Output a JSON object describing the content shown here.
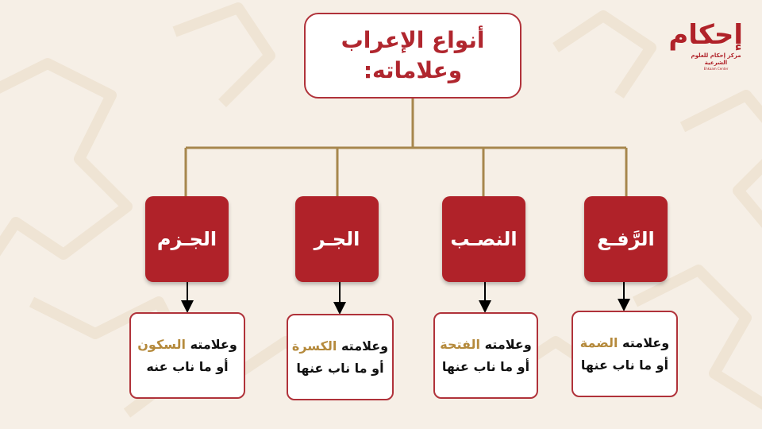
{
  "title": {
    "line1": "أنواع الإعراب",
    "line2": "وعلاماته:"
  },
  "logo": {
    "name": "إحكام",
    "subtitle": "مركز إحكام للعلوم الشرعية",
    "tagline": "Ehkaam Center"
  },
  "categories": [
    {
      "label": "الرَّفـع",
      "sign_prefix": "وعلامته",
      "sign_mark": "الضمة",
      "sign_suffix": "أو ما ناب عنها"
    },
    {
      "label": "النصـب",
      "sign_prefix": "وعلامته",
      "sign_mark": "الفتحة",
      "sign_suffix": "أو ما ناب عنها"
    },
    {
      "label": "الجـر",
      "sign_prefix": "وعلامته",
      "sign_mark": "الكسرة",
      "sign_suffix": "أو ما ناب عنها"
    },
    {
      "label": "الجـزم",
      "sign_prefix": "وعلامته",
      "sign_mark": "السكون",
      "sign_suffix": "أو ما ناب عنه"
    }
  ],
  "colors": {
    "brand_red": "#b02229",
    "connector": "#a7874d",
    "mark_gold": "#b58a3c",
    "background": "#f6efe6"
  }
}
